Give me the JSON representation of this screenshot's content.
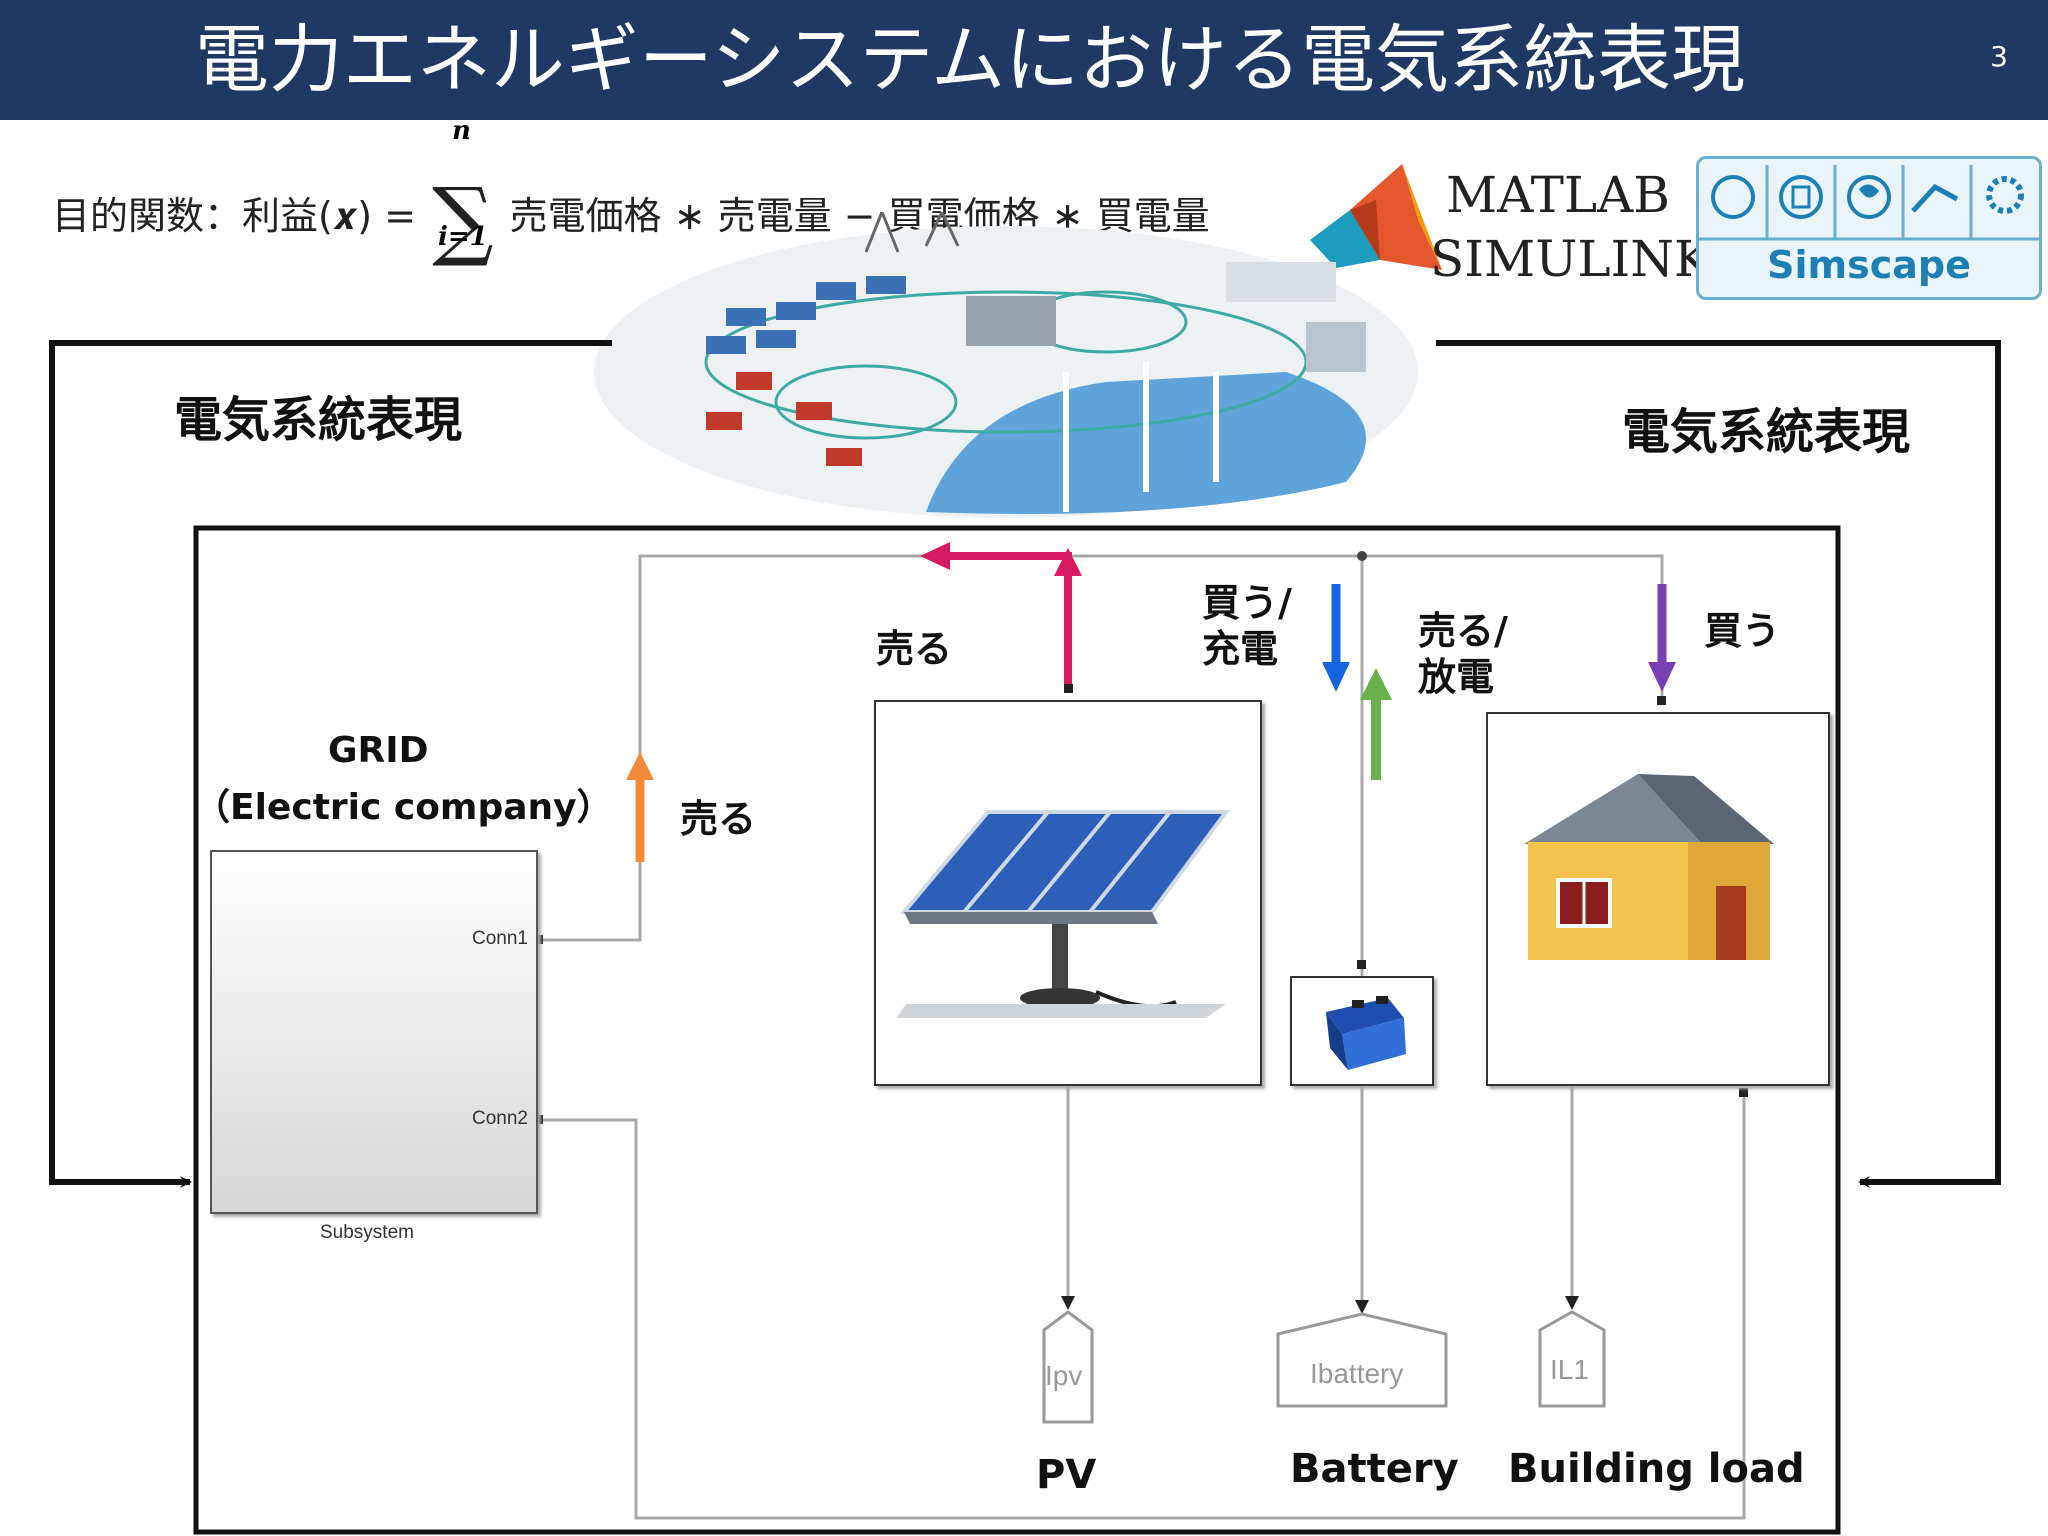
{
  "header": {
    "title": "電力エネルギーシステムにおける電気系統表現",
    "page_number": "3",
    "bg_color": "#1f3864"
  },
  "formula": {
    "lhs": "目的関数：利益(𝒙) =",
    "sum_symbol": "∑",
    "upper": "n",
    "lower": "i=1",
    "rhs": "売電価格 ∗ 売電量 − 買電価格 ∗ 買電量"
  },
  "logos": {
    "matlab": "MATLAB",
    "simulink": "SIMULINK",
    "simscape": "Simscape",
    "simscape_color": "#1e7fb5"
  },
  "labels": {
    "left_title": "電気系統表現",
    "right_title": "電気系統表現",
    "grid_name": "GRID",
    "grid_sub": "（Electric company）",
    "sell_top": "売る",
    "sell_left": "売る",
    "buy_charge": "買う/\n充電",
    "sell_discharge": "売る/\n放電",
    "buy": "買う",
    "pv": "PV",
    "battery": "Battery",
    "building": "Building load"
  },
  "simulink": {
    "conn1": "Conn1",
    "conn2": "Conn2",
    "subsystem": "Subsystem",
    "ipv": "Ipv",
    "ibattery": "Ibattery",
    "il1": "IL1"
  },
  "arrow_colors": {
    "pink": "#d81b60",
    "orange": "#f28a3a",
    "blue": "#1565e0",
    "green": "#6ab04c",
    "purple": "#7b3fb5"
  }
}
